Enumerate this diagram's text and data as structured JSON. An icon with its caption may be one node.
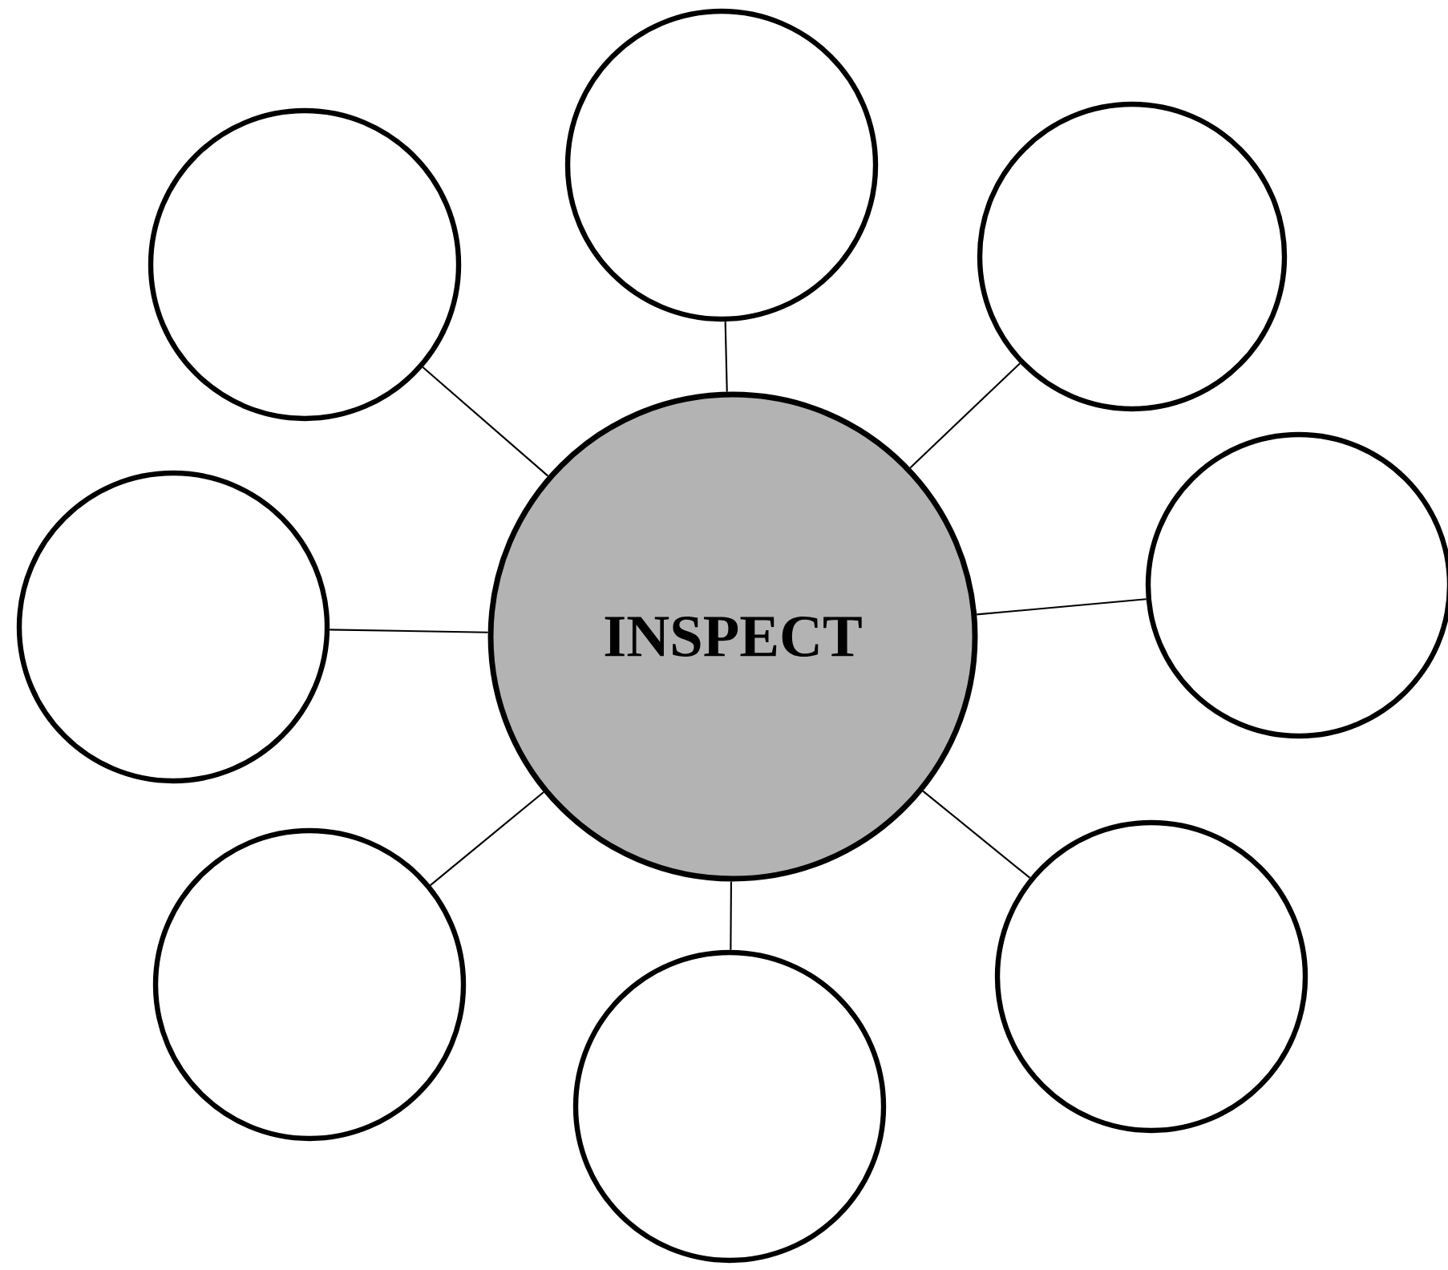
{
  "diagram": {
    "nodes": [
      {
        "text": [
          "INSPECT"
        ]
      },
      {
        "text": [],
        "shape": "circle"
      },
      {
        "text": [],
        "shape": "circle"
      },
      {
        "text": [],
        "shape": "circle"
      },
      {
        "text": [],
        "shape": "circle"
      },
      {
        "text": [],
        "shape": "circle"
      },
      {
        "text": [],
        "shape": "circle"
      },
      {
        "text": [],
        "shape": "circle"
      },
      {
        "text": [],
        "shape": "circle"
      }
    ],
    "edges": [
      {
        "from": 0,
        "to": 1,
        "arrow": "none"
      },
      {
        "from": 0,
        "to": 2,
        "arrow": "none"
      },
      {
        "from": 0,
        "to": 3,
        "arrow": "none"
      },
      {
        "from": 0,
        "to": 4,
        "arrow": "none"
      },
      {
        "from": 0,
        "to": 5,
        "arrow": "none"
      },
      {
        "from": 0,
        "to": 6,
        "arrow": "none"
      },
      {
        "from": 0,
        "to": 7,
        "arrow": "none"
      },
      {
        "from": 0,
        "to": 8,
        "arrow": "none"
      }
    ]
  }
}
